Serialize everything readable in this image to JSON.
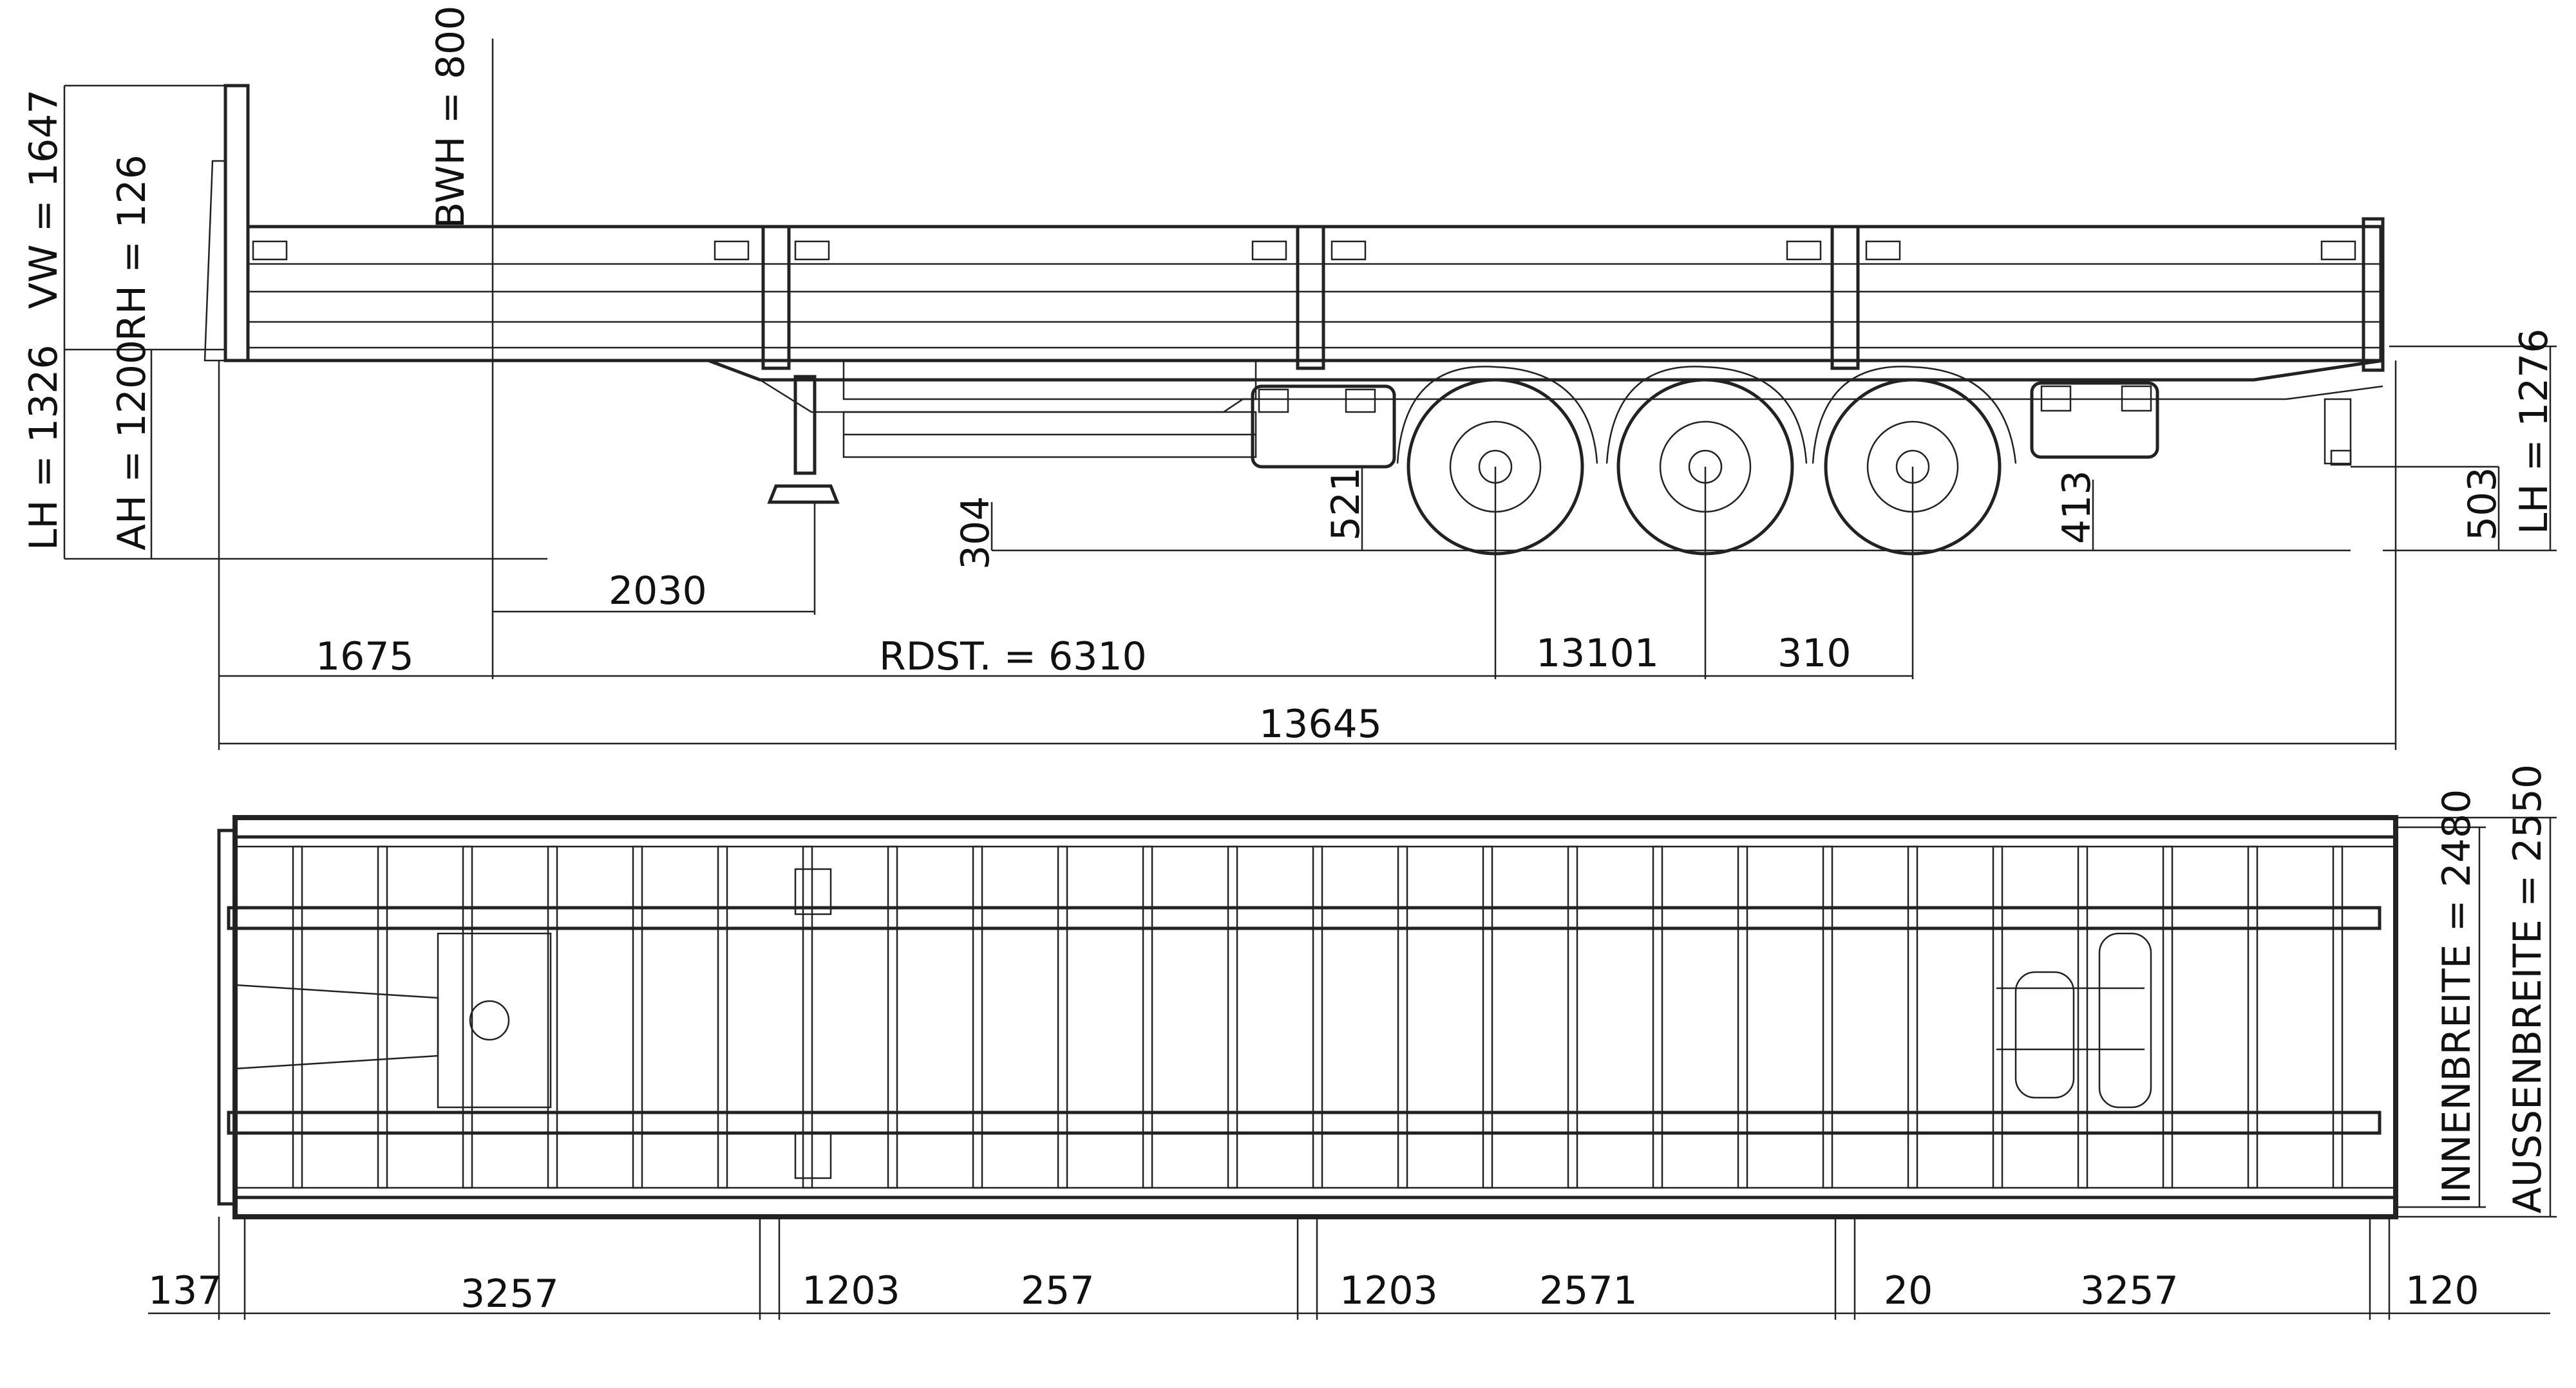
{
  "side_view": {
    "labels": {
      "vw": "VW = 1647",
      "rh": "RH = 126",
      "bwh": "BWH = 800",
      "lh_left": "LH = 1326",
      "ah": "AH = 1200",
      "lh_right": "LH = 1276",
      "d304": "304",
      "d521": "521",
      "d413": "413",
      "d503": "503",
      "d2030": "2030",
      "d1675": "1675",
      "rdst": "RDST. = 6310",
      "d13101": "13101",
      "d310": "310",
      "total": "13645"
    }
  },
  "top_view": {
    "labels": {
      "innenbreite": "INNENBREITE = 2480",
      "aussenbreite": "AUSSENBREITE = 2550",
      "b137": "137",
      "b3257a": "3257",
      "b1203a": "1203",
      "b257": "257",
      "b1203b": "1203",
      "b2571": "2571",
      "b20": "20",
      "b3257b": "3257",
      "b120": "120"
    }
  }
}
